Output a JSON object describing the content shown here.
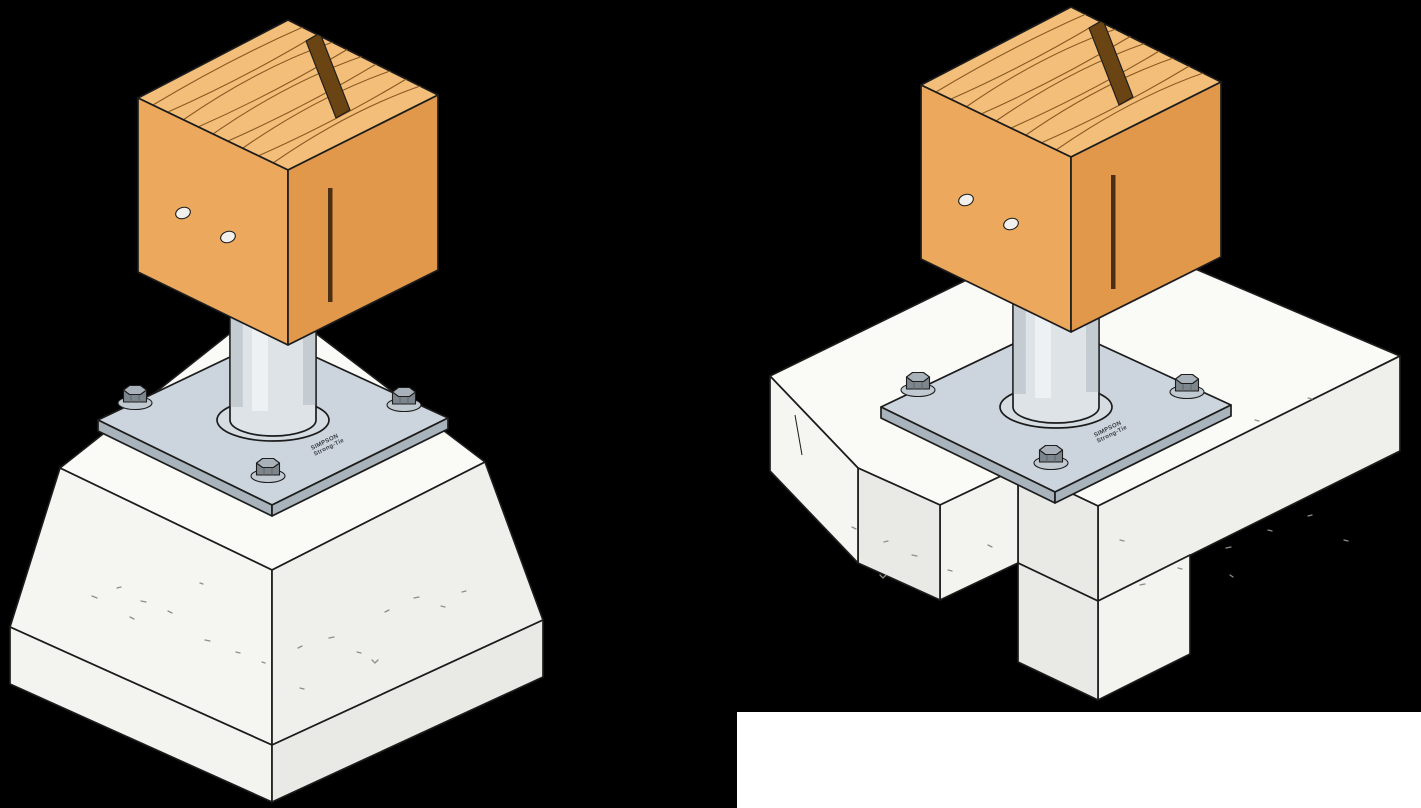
{
  "page": {
    "background_color": "#000000",
    "panel_color": "#FFFFFF"
  },
  "figures": {
    "left": {
      "name": "post-base-on-tapered-concrete-pier",
      "plate_label": {
        "line1": "SIMPSON",
        "line2": "Strong-Tie"
      }
    },
    "right": {
      "name": "post-base-on-concrete-slab",
      "plate_label": {
        "line1": "SIMPSON",
        "line2": "Strong-Tie"
      }
    }
  },
  "colors": {
    "background": "#000000",
    "panel": "#FFFFFF",
    "outline": "#1C1C1C",
    "wood-top": "#F2BE7A",
    "wood-left": "#ECA95D",
    "wood-right": "#E1984A",
    "wood-notch": "#6B4413",
    "grain": "#8A5A22",
    "kerf": "#4A2F12",
    "hole": "#F2F0EC",
    "steel-plate-top": "#CCD5DD",
    "steel-plate-side": "#A9B3BC",
    "collar": "#D6DDE2",
    "tube": "#DDE3E7",
    "tube-shade": "#C4CCD2",
    "tube-highlight": "#EDF1F3",
    "nut-body": "#7E868D",
    "nut-top": "#A9B2BA",
    "washer": "#C2CAD1",
    "concrete-top": "#FAFAF7",
    "concrete-left": "#F5F5F1",
    "concrete-right": "#EFEFEB",
    "concrete-light": "#F3F3EF",
    "concrete-dark": "#E9E9E5",
    "speckle": "#8F8F88",
    "label": "#3A3F44"
  }
}
